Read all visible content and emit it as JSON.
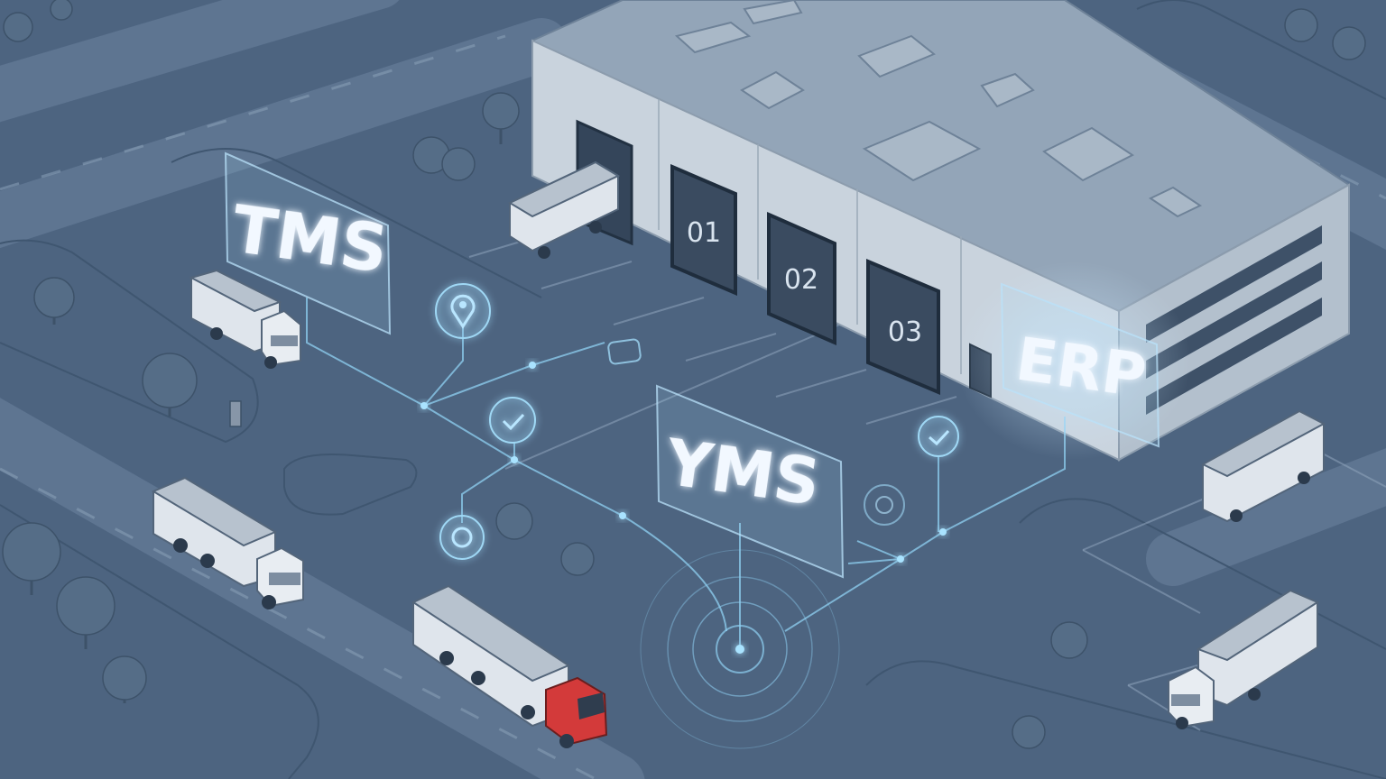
{
  "labels": {
    "tms": "TMS",
    "yms": "YMS",
    "erp": "ERP"
  },
  "docks": [
    "01",
    "02",
    "03"
  ],
  "icons": {
    "location": "location-pin-icon",
    "check": "check-circle-icon",
    "ring": "ring-icon",
    "target": "target-icon"
  },
  "colors": {
    "ground": "#4d6480",
    "road": "#5e7591",
    "building_wall": "#c9d3dd",
    "building_roof": "#93a5b8",
    "network": "#8fd0f2",
    "truck_cab_highlight": "#d33a3a",
    "trailer": "#dfe5ec"
  }
}
